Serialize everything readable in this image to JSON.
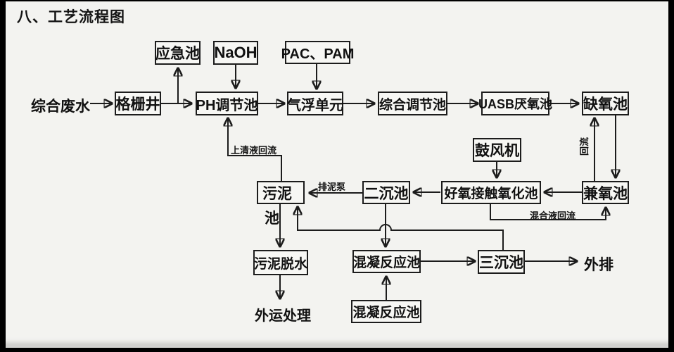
{
  "title": "八、工艺流程图",
  "nodes": {
    "emergency_tank": {
      "label": "应急池"
    },
    "naoh": {
      "label": "NaOH"
    },
    "pac_pam": {
      "label": "PAC、PAM"
    },
    "influent": {
      "label": "综合废水"
    },
    "grid_well": {
      "label": "格栅井"
    },
    "ph_adjust_tank": {
      "label": "PH调节池"
    },
    "air_flotation_unit": {
      "label": "气浮单元"
    },
    "regulating_tank": {
      "label": "综合调节池"
    },
    "uasb_anaerobic_tank": {
      "label": "UASB厌氧池"
    },
    "anoxic_tank": {
      "label": "缺氧池"
    },
    "blower": {
      "label": "鼓风机"
    },
    "sludge_tank": {
      "label": "污泥",
      "label_overflow": "池"
    },
    "secondary_clarifier": {
      "label": "二沉池"
    },
    "aerobic_contact_oxidation_tank": {
      "label": "好氧接触氧化池"
    },
    "facultative_tank": {
      "label": "兼氧池"
    },
    "sludge_dewatering": {
      "label": "污泥脱水"
    },
    "coagulation_tank_1": {
      "label": "混凝反应池"
    },
    "tertiary_clarifier": {
      "label": "三沉池"
    },
    "discharge": {
      "label": "外排"
    },
    "coagulation_tank_2": {
      "label": "混凝反应池"
    },
    "offsite_disposal": {
      "label": "外运处理"
    }
  },
  "edge_labels": {
    "supernatant_reflux": "上清液回流",
    "sludge_pump": "排泥泵",
    "mixed_liquor_reflux": "混合液回流",
    "reflux": "回流"
  },
  "colors": {
    "line": "#1c1c1c",
    "background": "#f3f3f0",
    "frame": "#000000"
  }
}
